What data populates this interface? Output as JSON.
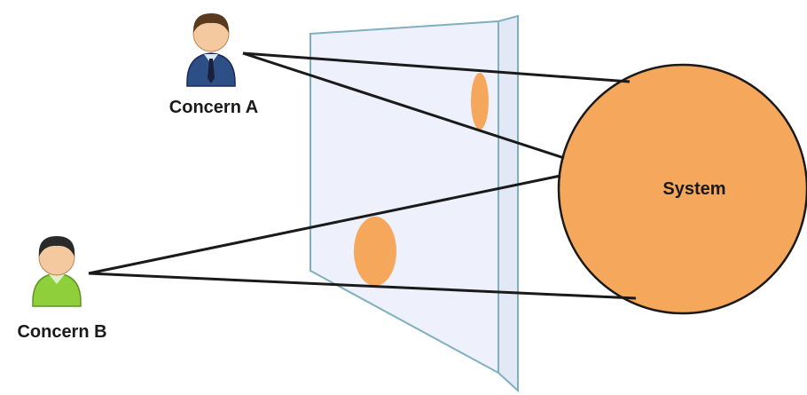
{
  "stakeholders": [
    {
      "label": "Concern A",
      "shirt_color": "#2c4f86",
      "tie_color": "#1a1f3a"
    },
    {
      "label": "Concern B",
      "shirt_color": "#8fcf3c"
    }
  ],
  "system": {
    "label": "System",
    "fill_color": "#f5a85b"
  },
  "viewpoint_plane": {
    "fill_color": "#eef0fb",
    "edge_color": "#7fb0bd"
  },
  "projection_color": "#f5a85b",
  "line_color": "#1a1a1a"
}
